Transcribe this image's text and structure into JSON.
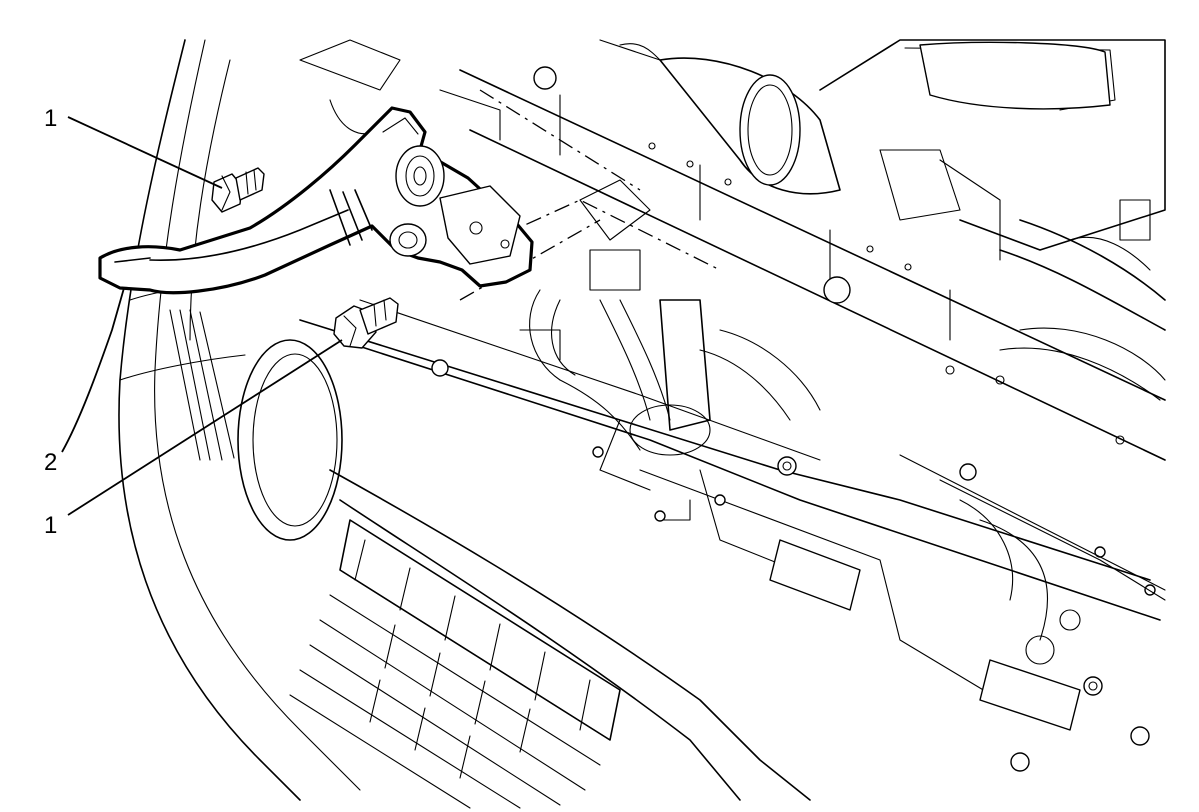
{
  "callouts": [
    {
      "id": "bolt-upper",
      "label": "1"
    },
    {
      "id": "handle",
      "label": "2"
    },
    {
      "id": "bolt-lower",
      "label": "1"
    }
  ]
}
